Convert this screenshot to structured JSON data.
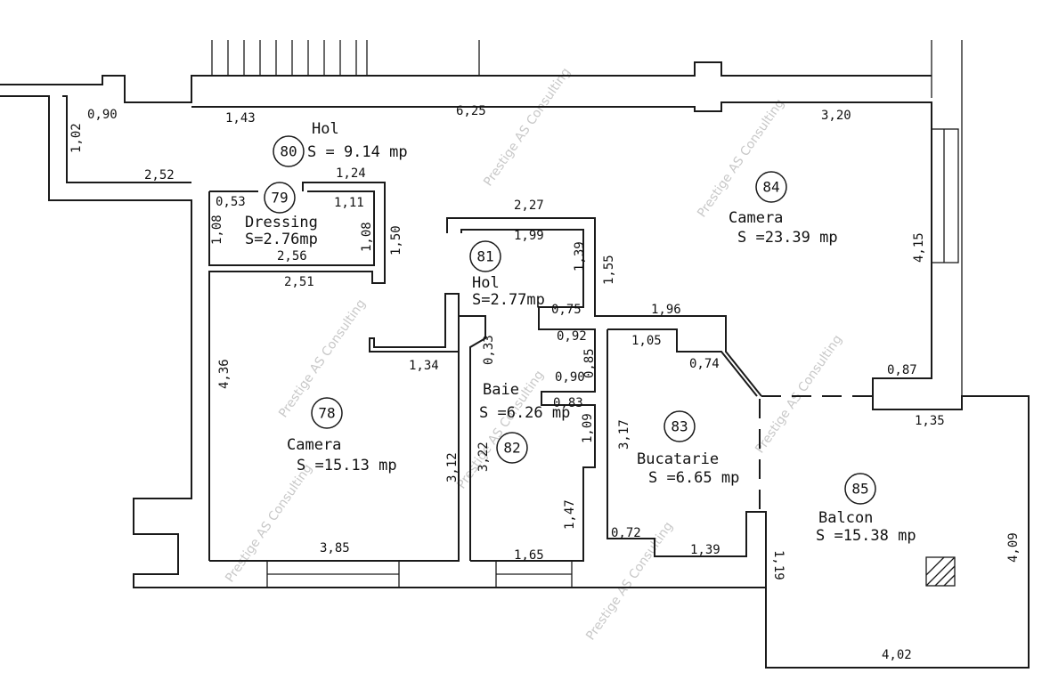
{
  "rooms": [
    {
      "id": "80",
      "name": "Hol",
      "area": "S =  9.14  mp"
    },
    {
      "id": "79",
      "name": "Dressing",
      "area": "S=2.76mp"
    },
    {
      "id": "81",
      "name": "Hol",
      "area": "S=2.77mp"
    },
    {
      "id": "84",
      "name": "Camera",
      "area": "S =23.39  mp"
    },
    {
      "id": "78",
      "name": "Camera",
      "area": "S =15.13  mp"
    },
    {
      "id": "82",
      "name": "Baie",
      "area": "S =6.26  mp"
    },
    {
      "id": "83",
      "name": "Bucatarie",
      "area": "S =6.65  mp"
    },
    {
      "id": "85",
      "name": "Balcon",
      "area": "S =15.38  mp"
    }
  ],
  "dimensions": {
    "d090": "0,90",
    "d102": "1,02",
    "d143": "1,43",
    "d625": "6,25",
    "d320": "3,20",
    "d252": "2,52",
    "d124": "1,24",
    "d053": "0,53",
    "d111": "1,11",
    "d108a": "1,08",
    "d108b": "1,08",
    "d150": "1,50",
    "d256": "2,56",
    "d227": "2,27",
    "d199": "1,99",
    "d139": "1,39",
    "d155": "1,55",
    "d415": "4,15",
    "d251": "2,51",
    "d075": "0,75",
    "d196": "1,96",
    "d033": "0,33",
    "d092": "0,92",
    "d105": "1,05",
    "d085": "0,85",
    "d074": "0,74",
    "d134": "1,34",
    "d436": "4,36",
    "d090b": "0,90",
    "d083": "0,83",
    "d087": "0,87",
    "d109": "1,09",
    "d317": "3,17",
    "d135": "1,35",
    "d312": "3,12",
    "d322": "3,22",
    "d147": "1,47",
    "d072": "0,72",
    "d139b": "1,39",
    "d385": "3,85",
    "d165": "1,65",
    "d119": "1,19",
    "d409": "4,09",
    "d402": "4,02"
  },
  "watermark": "Prestige AS Consulting"
}
